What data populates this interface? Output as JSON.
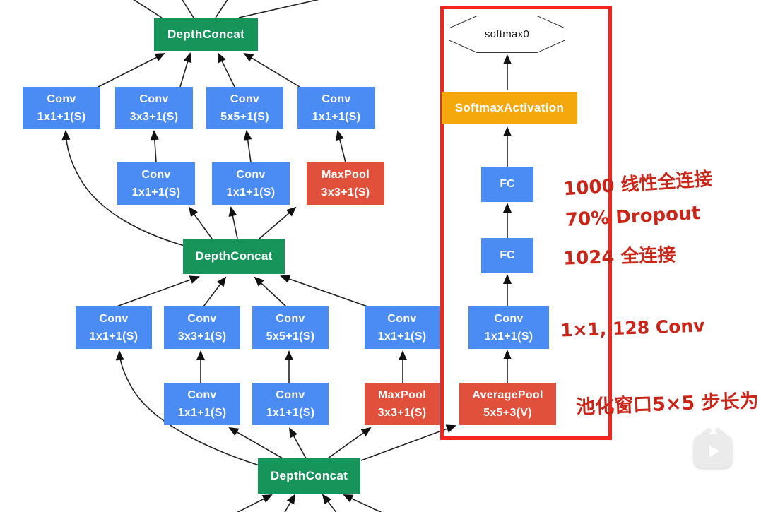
{
  "colors": {
    "conv_blue": "#4A8BF4",
    "concat_green": "#16945A",
    "pool_red": "#E0503A",
    "softmax_orange": "#F5A80B",
    "frame_red": "#F3261D",
    "handwriting_red": "#C92519"
  },
  "nodes": {
    "dc1": {
      "label": "DepthConcat"
    },
    "r1b1": {
      "title": "Conv",
      "sub": "1x1+1(S)"
    },
    "r1b2": {
      "title": "Conv",
      "sub": "3x3+1(S)"
    },
    "r1b3": {
      "title": "Conv",
      "sub": "5x5+1(S)"
    },
    "r1b4": {
      "title": "Conv",
      "sub": "1x1+1(S)"
    },
    "r2b1": {
      "title": "Conv",
      "sub": "1x1+1(S)"
    },
    "r2b2": {
      "title": "Conv",
      "sub": "1x1+1(S)"
    },
    "r2pool": {
      "title": "MaxPool",
      "sub": "3x3+1(S)"
    },
    "dc2": {
      "label": "DepthConcat"
    },
    "r3b1": {
      "title": "Conv",
      "sub": "1x1+1(S)"
    },
    "r3b2": {
      "title": "Conv",
      "sub": "3x3+1(S)"
    },
    "r3b3": {
      "title": "Conv",
      "sub": "5x5+1(S)"
    },
    "r3b4": {
      "title": "Conv",
      "sub": "1x1+1(S)"
    },
    "r4b1": {
      "title": "Conv",
      "sub": "1x1+1(S)"
    },
    "r4b2": {
      "title": "Conv",
      "sub": "1x1+1(S)"
    },
    "r4pool": {
      "title": "MaxPool",
      "sub": "3x3+1(S)"
    },
    "dc3": {
      "label": "DepthConcat"
    },
    "softmax0": {
      "label": "softmax0"
    },
    "softmax_activation": {
      "label": "SoftmaxActivation"
    },
    "fc1": {
      "label": "FC"
    },
    "fc2": {
      "label": "FC"
    },
    "aux_conv": {
      "title": "Conv",
      "sub": "1x1+1(S)"
    },
    "avgpool": {
      "title": "AveragePool",
      "sub": "5x5+3(V)"
    }
  },
  "annotations": {
    "fc_top": "1000 线性全连接",
    "dropout": "70% Dropout",
    "fc_bottom": "1024 全连接",
    "conv": "1×1, 128 Conv",
    "pool": "池化窗口5×5 步长为"
  },
  "icons": {
    "watermark": "tv-play-icon"
  }
}
